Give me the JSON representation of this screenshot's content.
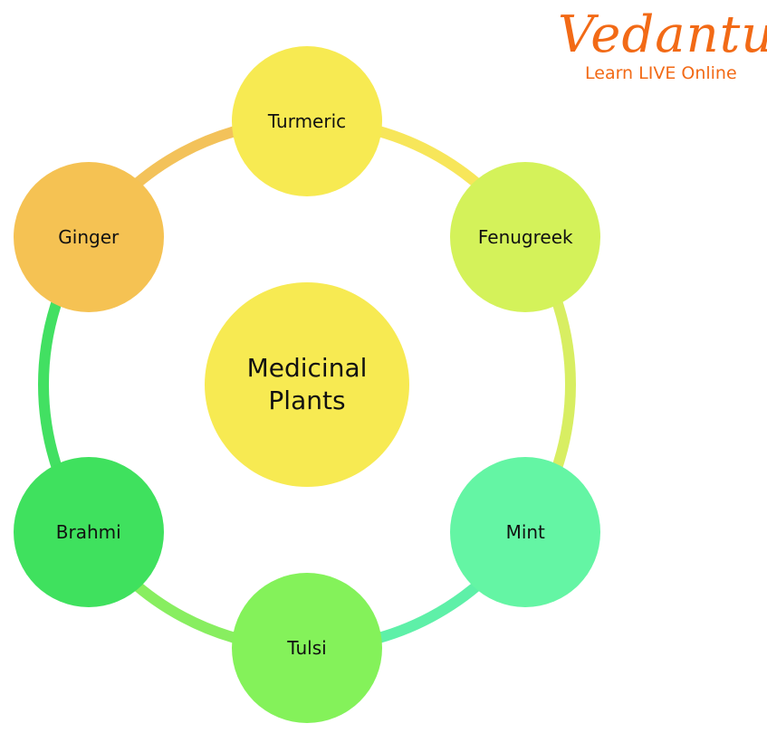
{
  "logo": {
    "brand": "Vedantu",
    "tagline": "Learn LIVE Online",
    "color": "#f26a16"
  },
  "center": {
    "line1": "Medicinal",
    "line2": "Plants",
    "color": "#f7ea52"
  },
  "nodes": [
    {
      "label": "Turmeric",
      "color": "#f7ea52"
    },
    {
      "label": "Fenugreek",
      "color": "#d4f25a"
    },
    {
      "label": "Mint",
      "color": "#64f5a4"
    },
    {
      "label": "Tulsi",
      "color": "#84f25a"
    },
    {
      "label": "Brahmi",
      "color": "#3fe15e"
    },
    {
      "label": "Ginger",
      "color": "#f5c253"
    }
  ],
  "ring_colors": [
    "#f7e65a",
    "#d8ee62",
    "#5ef0a8",
    "#88ee60",
    "#42e062",
    "#f3c25a"
  ]
}
